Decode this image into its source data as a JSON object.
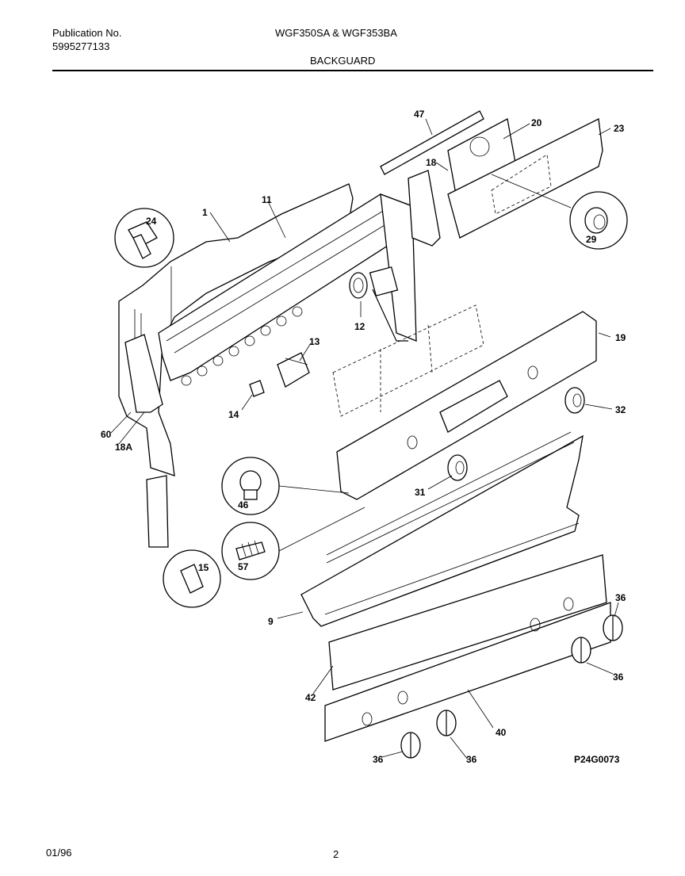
{
  "header": {
    "publication_label": "Publication No.",
    "publication_number": "5995277133",
    "models": "WGF350SA & WGF353BA",
    "section": "BACKGUARD"
  },
  "footer": {
    "date": "01/96",
    "page": "2"
  },
  "figure_code": "P24G0073",
  "callouts": [
    "1",
    "11",
    "12",
    "13",
    "14",
    "15",
    "18",
    "18A",
    "19",
    "20",
    "23",
    "24",
    "29",
    "31",
    "32",
    "36",
    "36",
    "36",
    "36",
    "40",
    "42",
    "46",
    "47",
    "57",
    "60",
    "9"
  ]
}
